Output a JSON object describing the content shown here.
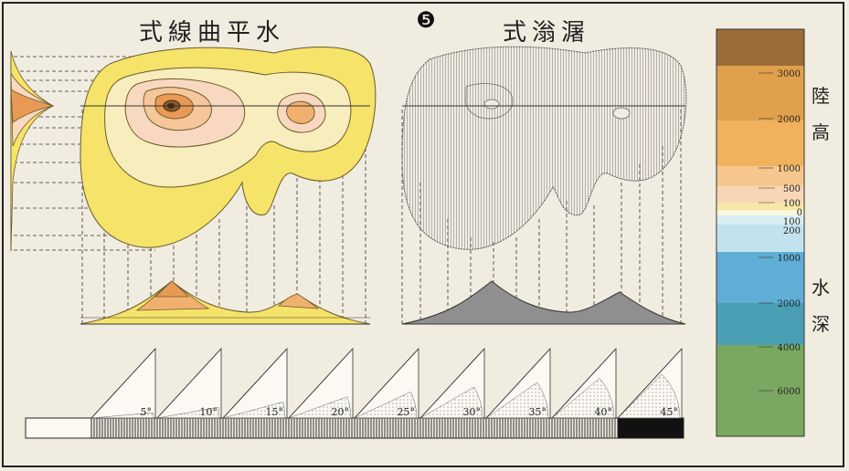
{
  "plate_number": "❺",
  "title_left": "式線曲平水",
  "title_right": "式滃潳",
  "legend": {
    "land_label_1": "陸",
    "land_label_2": "高",
    "water_label_1": "水",
    "water_label_2": "深",
    "ticks": [
      "3000",
      "2000",
      "1000",
      "500",
      "100",
      "0",
      "100",
      "200",
      "1000",
      "2000",
      "4000",
      "6000"
    ],
    "bands": [
      {
        "name": "above-3000",
        "color": "#9a6c3a"
      },
      {
        "name": "2000-3000",
        "color": "#e0a04c"
      },
      {
        "name": "1000-2000",
        "color": "#f2b15c"
      },
      {
        "name": "500-1000",
        "color": "#f6c78c"
      },
      {
        "name": "100-500",
        "color": "#f7d6b5"
      },
      {
        "name": "0-100",
        "color": "#f6e9a8"
      },
      {
        "name": "0",
        "color": "#fbf7de"
      },
      {
        "name": "0-100-depth",
        "color": "#d9eef2"
      },
      {
        "name": "100-200-depth",
        "color": "#c2e3ee"
      },
      {
        "name": "200-1000-depth",
        "color": "#a9d7ea"
      },
      {
        "name": "1000-2000-depth",
        "color": "#5eaed6"
      },
      {
        "name": "2000-4000-depth",
        "color": "#4a9fb5"
      },
      {
        "name": "below-4000",
        "color": "#7aa862"
      }
    ]
  },
  "slope_labels": [
    "5°",
    "10°",
    "15°",
    "20°",
    "25°",
    "30°",
    "35°",
    "40°",
    "45°"
  ]
}
